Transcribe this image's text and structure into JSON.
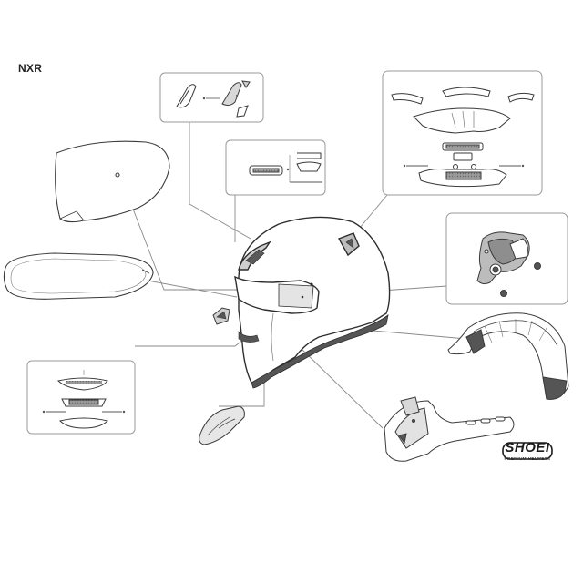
{
  "diagram": {
    "model_label": "NXR",
    "brand": {
      "name": "SHOEI",
      "tagline": "PREMIUM HELMETS"
    },
    "line_color": "#8a8a8a",
    "stroke_color": "#3a3a3a",
    "pad_color": "#555555"
  },
  "parts": [
    {
      "id": "shield",
      "icon": "visor-shield-icon"
    },
    {
      "id": "pinlock",
      "icon": "pinlock-insert-icon"
    },
    {
      "id": "side-cover-parts",
      "icon": "side-cover-icon"
    },
    {
      "id": "top-vent",
      "icon": "top-vent-icon"
    },
    {
      "id": "rear-spoiler",
      "icon": "rear-spoiler-icon"
    },
    {
      "id": "base-plate",
      "icon": "base-plate-icon"
    },
    {
      "id": "chin-vent",
      "icon": "chin-vent-icon"
    },
    {
      "id": "breath-guard",
      "icon": "breath-guard-icon"
    },
    {
      "id": "chin-curtain",
      "icon": "chin-curtain-icon"
    },
    {
      "id": "center-pad",
      "icon": "center-pad-icon"
    },
    {
      "id": "cheek-pad",
      "icon": "cheek-pad-icon"
    }
  ]
}
